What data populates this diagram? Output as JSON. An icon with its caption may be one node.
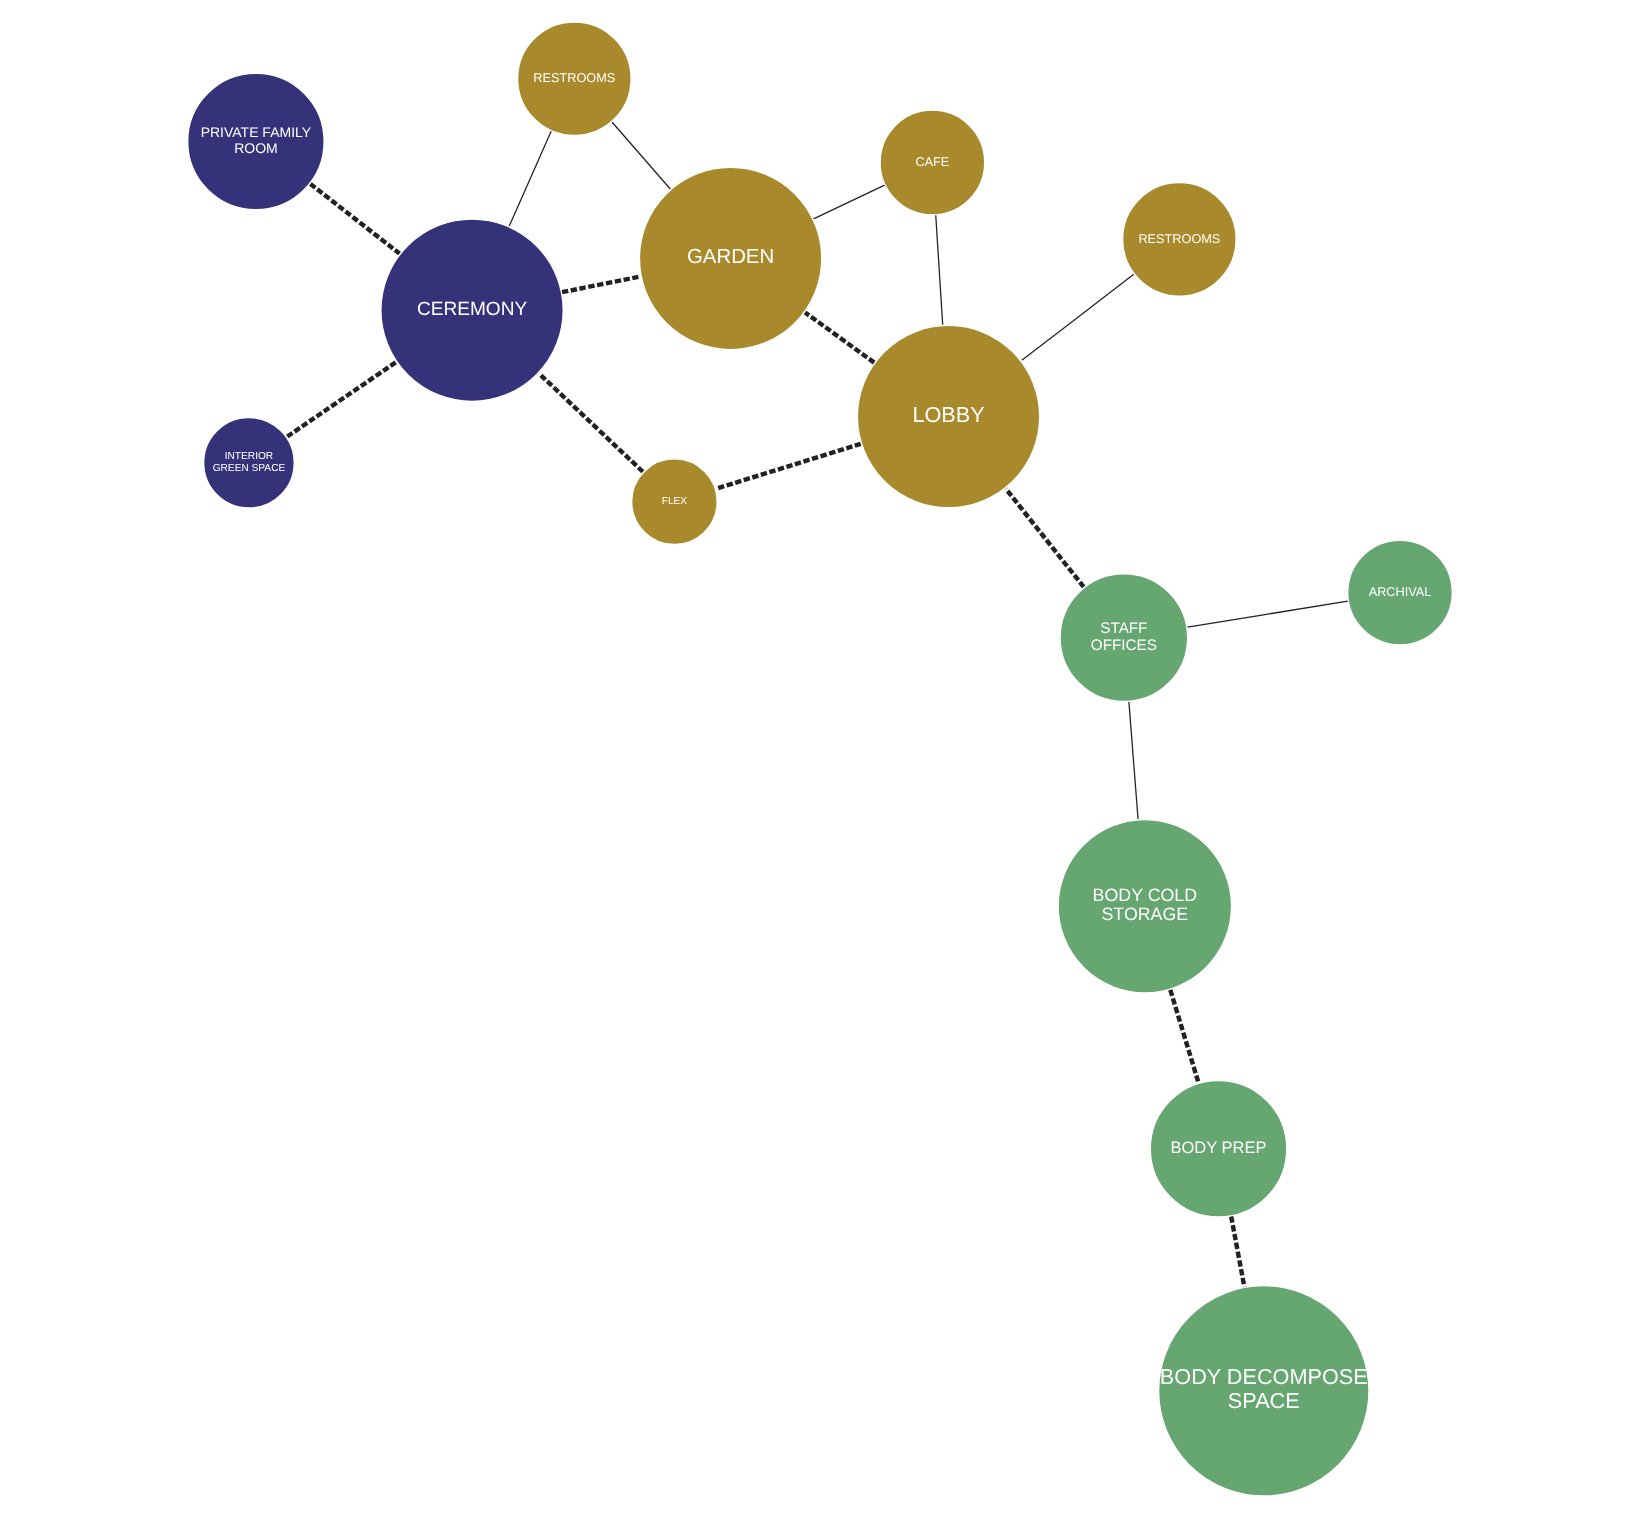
{
  "diagram": {
    "nodes": [
      {
        "text": [
          "BODY COLD STORAGE"
        ]
      },
      {
        "text": [
          "BODY PREP"
        ]
      },
      {
        "text": [
          "BODY DECOMPOSE SPACE"
        ]
      },
      {
        "text": [
          "RESTROOMS"
        ]
      },
      {
        "text": [
          "STAFF OFFICES"
        ]
      },
      {
        "text": [
          "PRIVATE FAMILY ROOM"
        ]
      },
      {
        "text": [
          "INTERIOR GREEN SPACE"
        ]
      },
      {
        "text": [
          "ARCHIVAL"
        ]
      },
      {
        "text": [
          "LOBBY"
        ]
      },
      {
        "text": [
          "FLEX"
        ]
      },
      {
        "text": [
          "CEREMONY"
        ]
      },
      {
        "text": [
          "RESTROOMS"
        ]
      },
      {
        "text": [
          "CAFE"
        ]
      },
      {
        "text": [
          "GARDEN"
        ]
      }
    ],
    "edges": [
      {
        "from": 0,
        "to": 1,
        "arrow": "none",
        "style": "dashed"
      },
      {
        "from": 1,
        "to": 2,
        "arrow": "none",
        "style": "dashed"
      },
      {
        "from": 0,
        "to": 4,
        "arrow": "none"
      },
      {
        "from": 4,
        "to": 7,
        "arrow": "none"
      },
      {
        "from": 4,
        "to": 8,
        "arrow": "none",
        "style": "dashed"
      },
      {
        "from": 3,
        "to": 8,
        "arrow": "none"
      },
      {
        "from": 8,
        "to": 9,
        "arrow": "none",
        "style": "dashed"
      },
      {
        "from": 9,
        "to": 10,
        "arrow": "none",
        "style": "dashed"
      },
      {
        "from": 5,
        "to": 10,
        "arrow": "none",
        "style": "dashed"
      },
      {
        "from": 6,
        "to": 10,
        "arrow": "none",
        "style": "dashed"
      },
      {
        "from": 8,
        "to": 13,
        "arrow": "none",
        "style": "dashed"
      },
      {
        "from": 8,
        "to": 12,
        "arrow": "none"
      },
      {
        "from": 12,
        "to": 13,
        "arrow": "none"
      },
      {
        "from": 10,
        "to": 13,
        "arrow": "none",
        "style": "dashed"
      },
      {
        "from": 10,
        "to": 11,
        "arrow": "none"
      },
      {
        "from": 11,
        "to": 13,
        "arrow": "none"
      }
    ]
  }
}
